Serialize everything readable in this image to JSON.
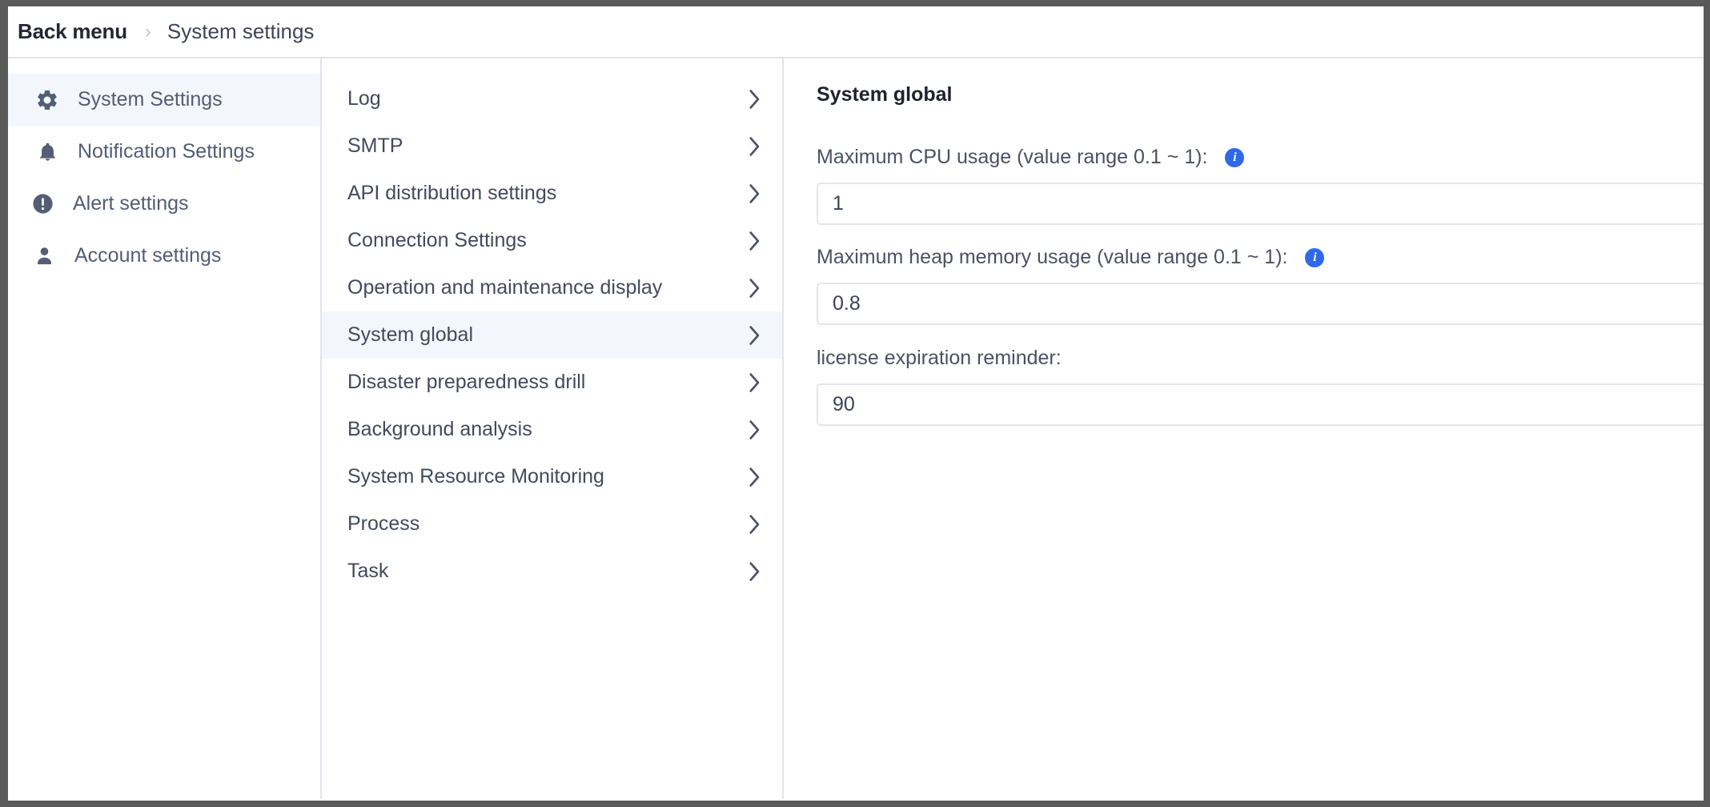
{
  "breadcrumb": {
    "back_label": "Back menu",
    "separator": "›",
    "current": "System settings"
  },
  "sidebar": {
    "items": [
      {
        "label": "System Settings",
        "icon": "gear-icon",
        "active": true
      },
      {
        "label": "Notification Settings",
        "icon": "bell-icon",
        "active": false
      },
      {
        "label": "Alert settings",
        "icon": "alert-circle-icon",
        "active": false
      },
      {
        "label": "Account settings",
        "icon": "user-icon",
        "active": false
      }
    ]
  },
  "settings_list": {
    "items": [
      {
        "label": "Log",
        "active": false
      },
      {
        "label": "SMTP",
        "active": false
      },
      {
        "label": "API distribution settings",
        "active": false
      },
      {
        "label": "Connection Settings",
        "active": false
      },
      {
        "label": "Operation and maintenance display",
        "active": false
      },
      {
        "label": "System global",
        "active": true
      },
      {
        "label": "Disaster preparedness drill",
        "active": false
      },
      {
        "label": "Background analysis",
        "active": false
      },
      {
        "label": "System Resource Monitoring",
        "active": false
      },
      {
        "label": "Process",
        "active": false
      },
      {
        "label": "Task",
        "active": false
      }
    ],
    "chevron": "chevron-right-icon"
  },
  "detail": {
    "title": "System global",
    "fields": [
      {
        "label": "Maximum CPU usage (value range 0.1 ~ 1):",
        "value": "1",
        "has_info": true,
        "info_glyph": "i"
      },
      {
        "label": "Maximum heap memory usage (value range 0.1 ~ 1):",
        "value": "0.8",
        "has_info": true,
        "info_glyph": "i"
      },
      {
        "label": "license expiration reminder:",
        "value": "90",
        "has_info": false,
        "info_glyph": ""
      }
    ]
  },
  "colors": {
    "accent_blue": "#2f68ea",
    "active_row_bg": "#f3f6fd",
    "text_primary": "#1e222e",
    "text_secondary": "#4b5162",
    "border": "#e3e4ea",
    "window_chrome": "#5a5a5a"
  }
}
